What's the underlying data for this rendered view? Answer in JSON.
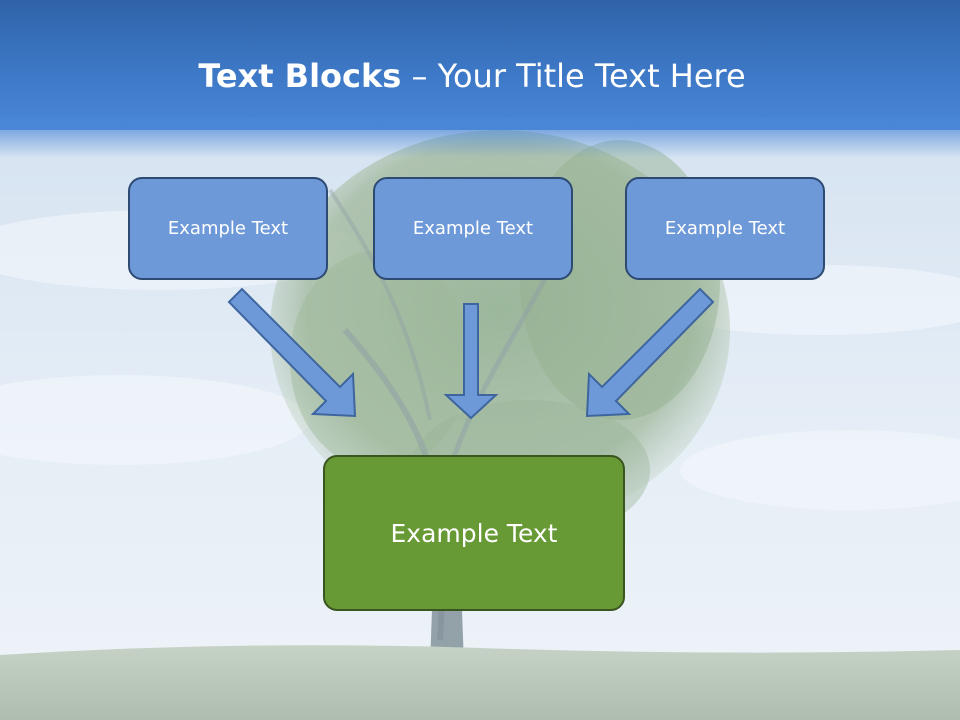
{
  "slide": {
    "title_bold": "Text Blocks",
    "title_separator": "–",
    "title_rest": "Your Title Text Here",
    "blocks": [
      {
        "text": "Example Text"
      },
      {
        "text": "Example Text"
      },
      {
        "text": "Example Text"
      }
    ],
    "target": {
      "text": "Example Text"
    }
  },
  "colors": {
    "header": "#3d78c6",
    "block_fill": "#6e99d8",
    "block_border": "#2d4a73",
    "target_fill": "#679934",
    "arrow_fill": "#6e99d8",
    "title_text": "#ffffff"
  },
  "icons": [
    "down-arrow",
    "diagonal-arrow"
  ]
}
